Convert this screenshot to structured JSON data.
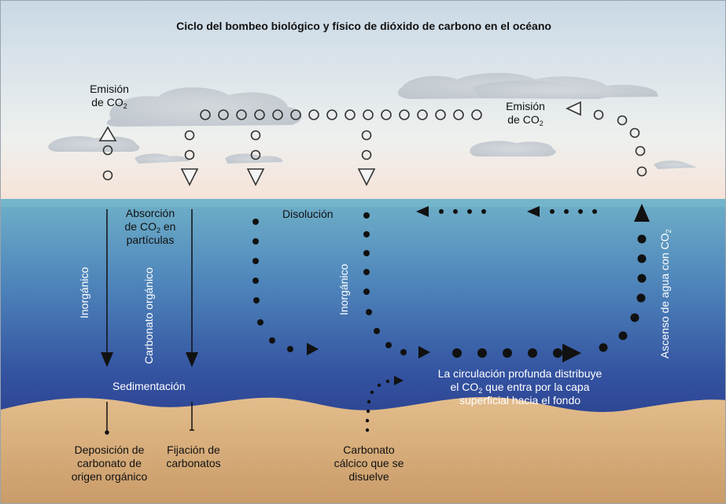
{
  "title": "Ciclo del bombeo biológico y físico de dióxido de carbono en el océano",
  "labels": {
    "emision_left_1": "Emisión",
    "emision_left_2": "de CO",
    "emision_right_1": "Emisión",
    "emision_right_2": "de CO",
    "co2_sub": "2",
    "absorcion_1": "Absorción",
    "absorcion_2a": "de CO",
    "absorcion_2b": " en",
    "absorcion_3": "partículas",
    "disolucion": "Disolución",
    "inorganico_left": "Inorgánico",
    "carbonato_organico": "Carbonato orgánico",
    "inorganico_mid": "Inorgánico",
    "ascenso": "Ascenso de agua con CO",
    "sedimentacion": "Sedimentación",
    "circ_1": "La circulación profunda distribuye",
    "circ_2a": "el CO",
    "circ_2b": " que entra por la capa",
    "circ_3": "superficial hacia el fondo",
    "deposicion_1": "Deposición de",
    "deposicion_2": "carbonato de",
    "deposicion_3": "origen orgánico",
    "fijacion_1": "Fijación de",
    "fijacion_2": "carbonatos",
    "calcico_1": "Carbonato",
    "calcico_2": "cálcico que se",
    "calcico_3": "disuelve"
  },
  "colors": {
    "sky_top": "#c9d9e6",
    "sky_bottom": "#f7e3d8",
    "sea_top": "#6fb0c8",
    "sea_mid": "#3f6fae",
    "sea_bottom": "#2b3f8c",
    "seabed": "#d9b07f",
    "cloud": "#c8ced4"
  }
}
